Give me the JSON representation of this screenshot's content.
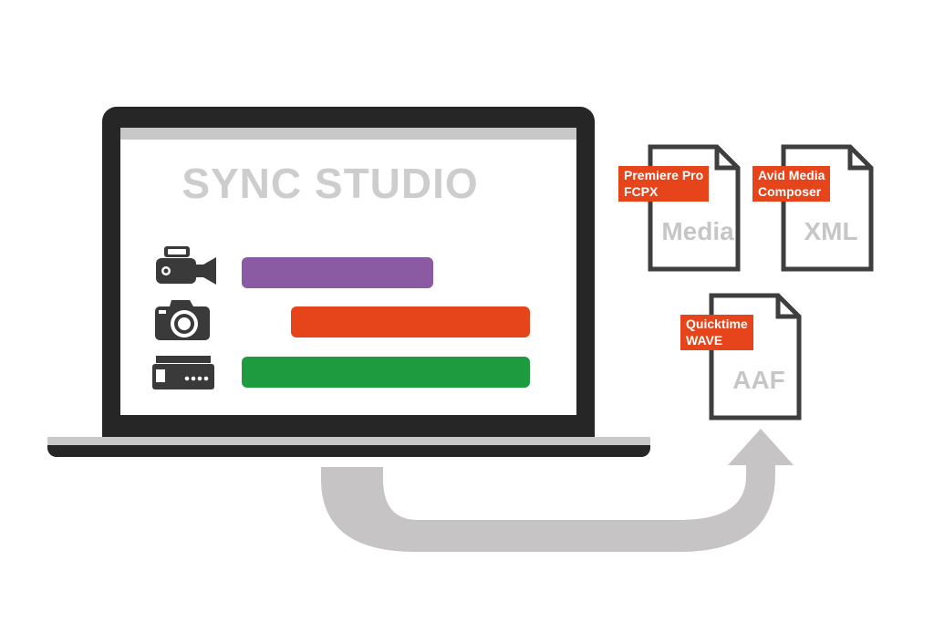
{
  "app": {
    "title": "SYNC STUDIO"
  },
  "tracks": [
    {
      "source_icon": "video-camera-icon",
      "color": "#8a5aa3"
    },
    {
      "source_icon": "photo-camera-icon",
      "color": "#e6441a"
    },
    {
      "source_icon": "audio-recorder-icon",
      "color": "#1e9a3f"
    }
  ],
  "exports": [
    {
      "tag_line1": "Premiere Pro",
      "tag_line2": "FCPX",
      "format": "Media"
    },
    {
      "tag_line1": "Avid Media",
      "tag_line2": "Composer",
      "format": "XML"
    },
    {
      "tag_line1": "Quicktime",
      "tag_line2": "WAVE",
      "format": "AAF"
    }
  ],
  "colors": {
    "device_dark": "#262626",
    "arrow_gray": "#c6c4c4",
    "accent_tag": "#e6441a",
    "file_outline": "#3e3e3e"
  }
}
